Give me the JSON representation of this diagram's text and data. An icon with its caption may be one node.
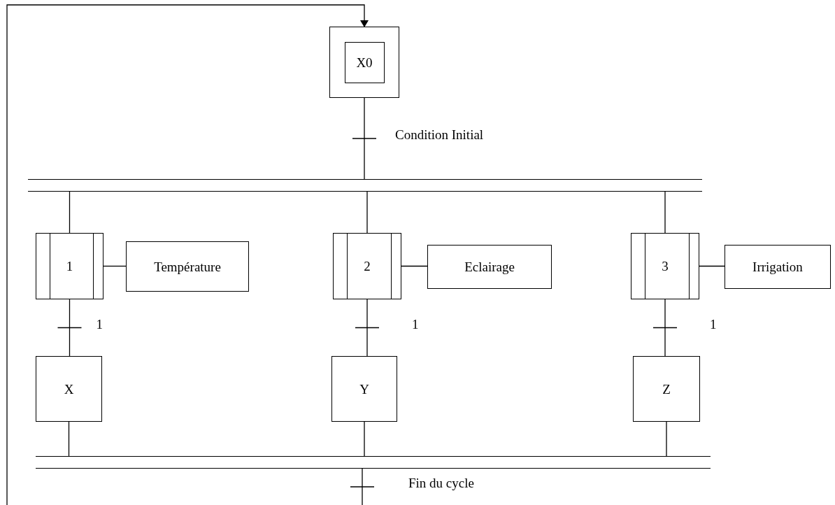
{
  "diagram": {
    "nodes": [
      {
        "text": [
          "X0"
        ]
      },
      {
        "text": [],
        "shape": "bar"
      },
      {
        "text": [
          "1"
        ]
      },
      {
        "text": [
          "Température"
        ]
      },
      {
        "text": [
          "2"
        ]
      },
      {
        "text": [
          "Eclairage"
        ]
      },
      {
        "text": [
          "3"
        ]
      },
      {
        "text": [
          "Irrigation"
        ]
      },
      {
        "text": [
          "X"
        ]
      },
      {
        "text": [
          "Y"
        ]
      },
      {
        "text": [
          "Z"
        ]
      },
      {
        "text": [],
        "shape": "bar"
      }
    ],
    "edges": [
      {
        "from": 0,
        "to": 1,
        "arrow": "none",
        "label": "Condition Initial"
      },
      {
        "from": 1,
        "to": 2,
        "arrow": "none"
      },
      {
        "from": 1,
        "to": 4,
        "arrow": "none"
      },
      {
        "from": 1,
        "to": 6,
        "arrow": "none"
      },
      {
        "from": 2,
        "to": 3,
        "arrow": "none"
      },
      {
        "from": 4,
        "to": 5,
        "arrow": "none"
      },
      {
        "from": 6,
        "to": 7,
        "arrow": "none"
      },
      {
        "from": 2,
        "to": 8,
        "arrow": "none",
        "label": "1"
      },
      {
        "from": 4,
        "to": 9,
        "arrow": "none",
        "label": "1"
      },
      {
        "from": 6,
        "to": 10,
        "arrow": "none",
        "label": "1"
      },
      {
        "from": 8,
        "to": 11,
        "arrow": "none"
      },
      {
        "from": 9,
        "to": 11,
        "arrow": "none"
      },
      {
        "from": 10,
        "to": 11,
        "arrow": "none"
      },
      {
        "from": 11,
        "to": null,
        "arrow": "none",
        "label": "Fin du cycle"
      },
      {
        "from": null,
        "to": 0,
        "arrow": "to"
      }
    ]
  }
}
